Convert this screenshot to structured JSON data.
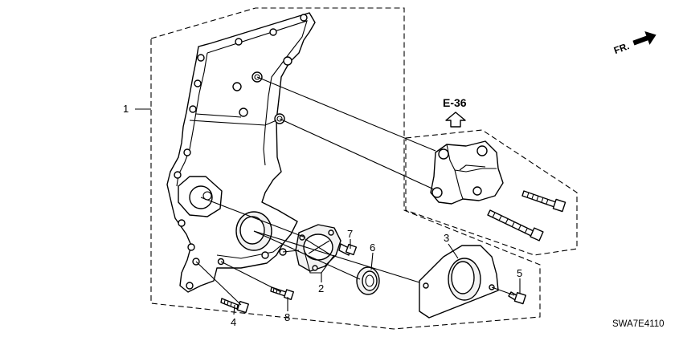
{
  "callouts": [
    {
      "id": "1",
      "text": "1"
    },
    {
      "id": "2",
      "text": "2"
    },
    {
      "id": "3",
      "text": "3"
    },
    {
      "id": "4",
      "text": "4"
    },
    {
      "id": "5",
      "text": "5"
    },
    {
      "id": "6",
      "text": "6"
    },
    {
      "id": "7",
      "text": "7"
    },
    {
      "id": "8",
      "text": "8"
    }
  ],
  "reference": "E-36",
  "direction_indicator": "FR.",
  "diagram_code": "SWA7E4110"
}
